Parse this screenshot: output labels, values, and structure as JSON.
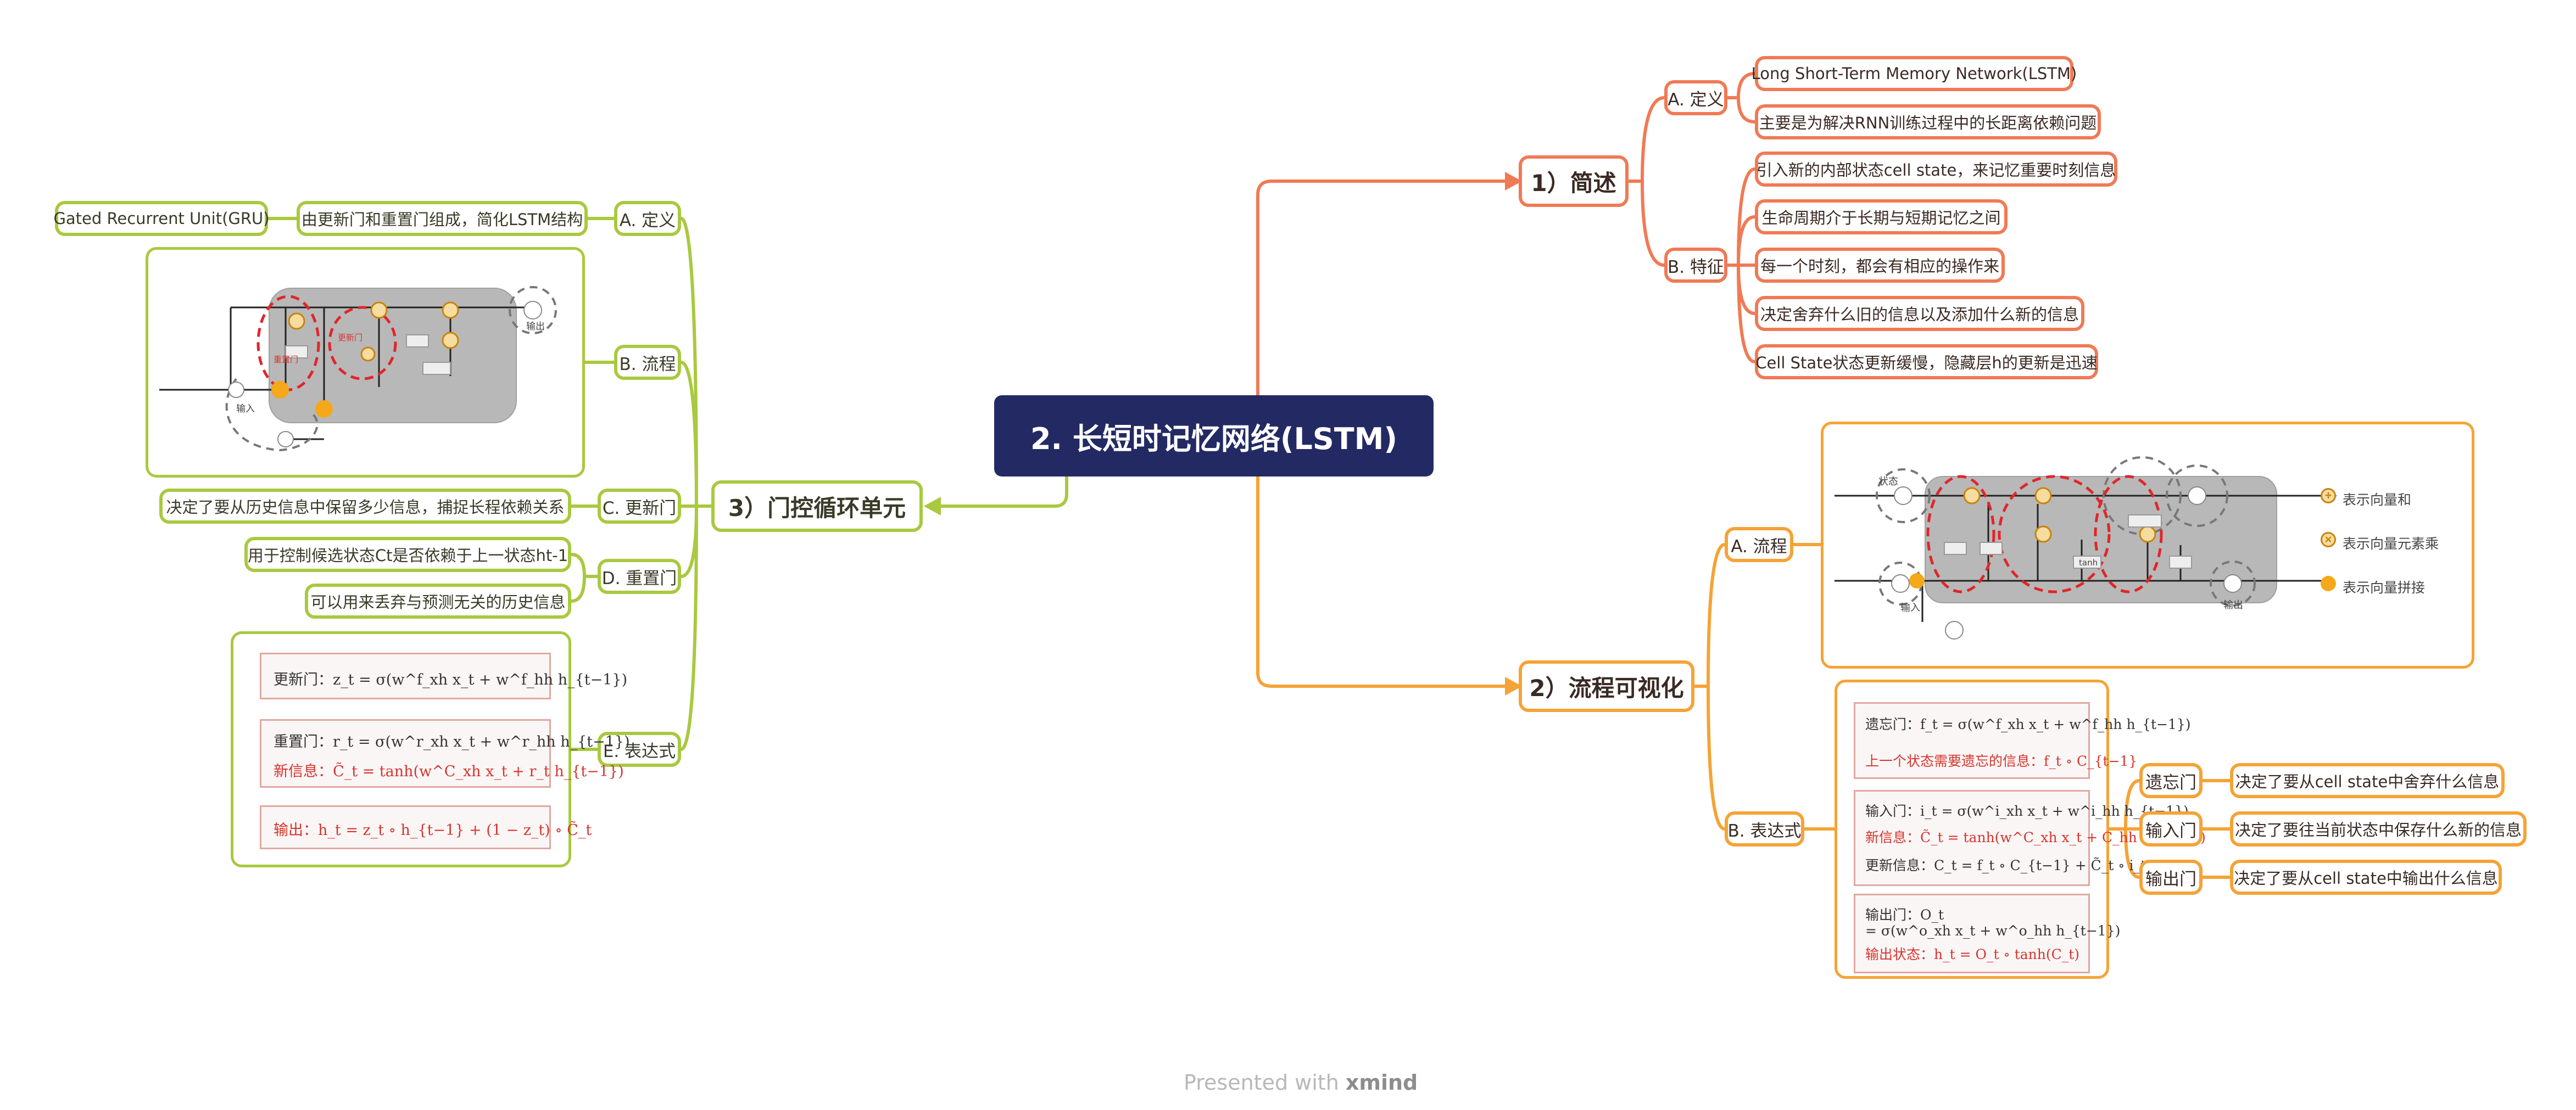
{
  "root": {
    "title": "2. 长短时记忆网络(LSTM)"
  },
  "intro": {
    "title": "1）简述",
    "def": {
      "label": "A. 定义",
      "items": [
        "Long Short-Term Memory Network(LSTM)",
        "主要是为解决RNN训练过程中的长距离依赖问题"
      ]
    },
    "feat": {
      "label": "B. 特征",
      "items": [
        "引入新的内部状态cell state，来记忆重要时刻信息",
        "生命周期介于长期与短期记忆之间",
        "每一个时刻，都会有相应的操作来",
        "决定舍弃什么旧的信息以及添加什么新的信息",
        "Cell State状态更新缓慢，隐藏层h的更新是迅速"
      ]
    }
  },
  "viz": {
    "title": "2）流程可视化",
    "flow": {
      "label": "A. 流程",
      "legend": [
        "表示向量和",
        "表示向量元素乘",
        "表示向量拼接"
      ],
      "diagram_labels": [
        "状态",
        "输入",
        "输出",
        "tanh"
      ]
    },
    "expr": {
      "label": "B. 表达式",
      "formulas": {
        "forget": "遗忘门：f_t = σ(w^f_xh x_t + w^f_hh h_{t−1})",
        "forget_red": "上一个状态需要遗忘的信息：f_t ∘ C_{t−1}",
        "input": "输入门：i_t = σ(w^i_xh x_t + w^i_hh h_{t−1})",
        "new_info": "新信息：C̃_t = tanh(w^C_xh x_t + C_hh h_{t−1})",
        "update": "更新信息：C_t = f_t ∘ C_{t−1} + C̃_t ∘ i_t",
        "output1": "输出门：O_t",
        "output2": "= σ(w^o_xh x_t + w^o_hh h_{t−1})",
        "output_red": "输出状态：h_t = O_t ∘ tanh(C_t)"
      },
      "gates": [
        {
          "label": "遗忘门",
          "desc": "决定了要从cell state中舍弃什么信息"
        },
        {
          "label": "输入门",
          "desc": "决定了要往当前状态中保存什么新的信息"
        },
        {
          "label": "输出门",
          "desc": "决定了要从cell state中输出什么信息"
        }
      ]
    }
  },
  "gru": {
    "title": "3）门控循环单元",
    "def": {
      "label": "A. 定义",
      "items": [
        "由更新门和重置门组成，简化LSTM结构",
        "Gated Recurrent Unit(GRU)"
      ]
    },
    "flow": {
      "label": "B. 流程",
      "diagram_labels": [
        "输入",
        "输出",
        "更新门",
        "重置门"
      ]
    },
    "update": {
      "label": "C. 更新门",
      "desc": "决定了要从历史信息中保留多少信息，捕捉长程依赖关系"
    },
    "reset": {
      "label": "D. 重置门",
      "items": [
        "用于控制候选状态Ct是否依赖于上一状态ht-1",
        "可以用来丢弃与预测无关的历史信息"
      ]
    },
    "expr": {
      "label": "E. 表达式",
      "formulas": {
        "z": "更新门：z_t = σ(w^f_xh x_t + w^f_hh h_{t−1})",
        "r": "重置门：r_t = σ(w^r_xh x_t + w^r_hh h_{t−1})",
        "new_info": "新信息：C̃_t = tanh(w^C_xh x_t + r_t h_{t−1})",
        "out": "输出：h_t = z_t ∘ h_{t−1} + (1 − z_t) ∘ C̃_t"
      }
    }
  },
  "footer": {
    "prefix": "Presented with",
    "brand": "xmind"
  },
  "colors": {
    "root": "#232a63",
    "intro": "#f07a55",
    "viz": "#f5a336",
    "gru": "#a9c93f",
    "formula_red": "#d6342c"
  }
}
